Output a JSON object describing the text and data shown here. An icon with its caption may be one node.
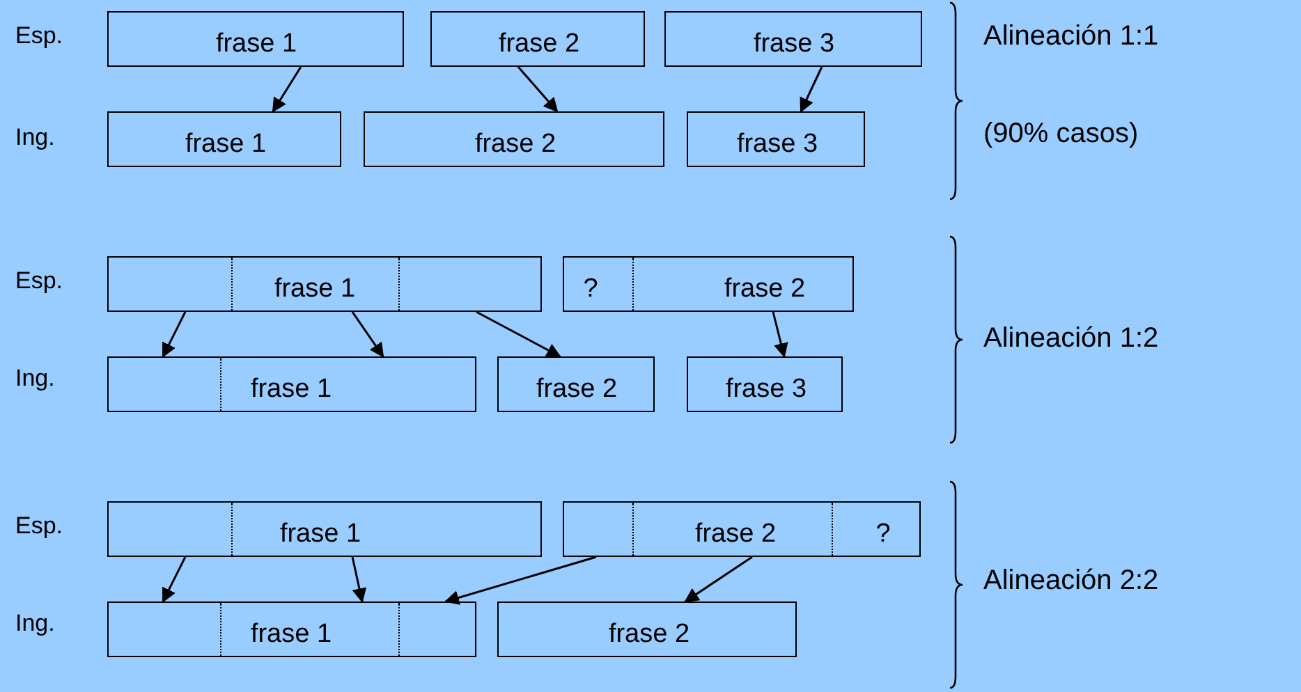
{
  "diagram": {
    "nodes": [
      {
        "text": [
          "frase 1"
        ]
      },
      {
        "text": [
          "frase 2"
        ]
      },
      {
        "text": [
          "frase 3"
        ]
      },
      {
        "text": [
          "frase 1"
        ]
      },
      {
        "text": [
          "frase 2"
        ]
      },
      {
        "text": [
          "frase 3"
        ]
      },
      {
        "text": [
          "frase 1"
        ]
      },
      {
        "text": [
          "?",
          "frase 2"
        ]
      },
      {
        "text": [
          "frase 1"
        ]
      },
      {
        "text": [
          "frase 2"
        ]
      },
      {
        "text": [
          "frase 3"
        ]
      },
      {
        "text": [
          "frase 1"
        ]
      },
      {
        "text": [
          "frase 2",
          "?"
        ]
      },
      {
        "text": [
          "frase 1"
        ]
      },
      {
        "text": [
          "frase 2"
        ]
      }
    ],
    "edges": [
      {
        "from": 0,
        "to": 3,
        "arrow": "to"
      },
      {
        "from": 1,
        "to": 4,
        "arrow": "to"
      },
      {
        "from": 2,
        "to": 5,
        "arrow": "to"
      },
      {
        "from": 6,
        "to": 8,
        "arrow": "to"
      },
      {
        "from": 6,
        "to": 8,
        "arrow": "to"
      },
      {
        "from": 6,
        "to": 9,
        "arrow": "to"
      },
      {
        "from": 7,
        "to": 10,
        "arrow": "to"
      },
      {
        "from": 11,
        "to": 13,
        "arrow": "to"
      },
      {
        "from": 11,
        "to": 13,
        "arrow": "to"
      },
      {
        "from": 12,
        "to": 13,
        "arrow": "to"
      },
      {
        "from": 12,
        "to": 14,
        "arrow": "to"
      }
    ],
    "labels": [
      "Esp.",
      "Alineación 1:1",
      "Ing.",
      "(90% casos)",
      "Esp.",
      "Alineación 1:2",
      "Ing.",
      "Esp.",
      "Alineación 2:2",
      "Ing."
    ]
  }
}
